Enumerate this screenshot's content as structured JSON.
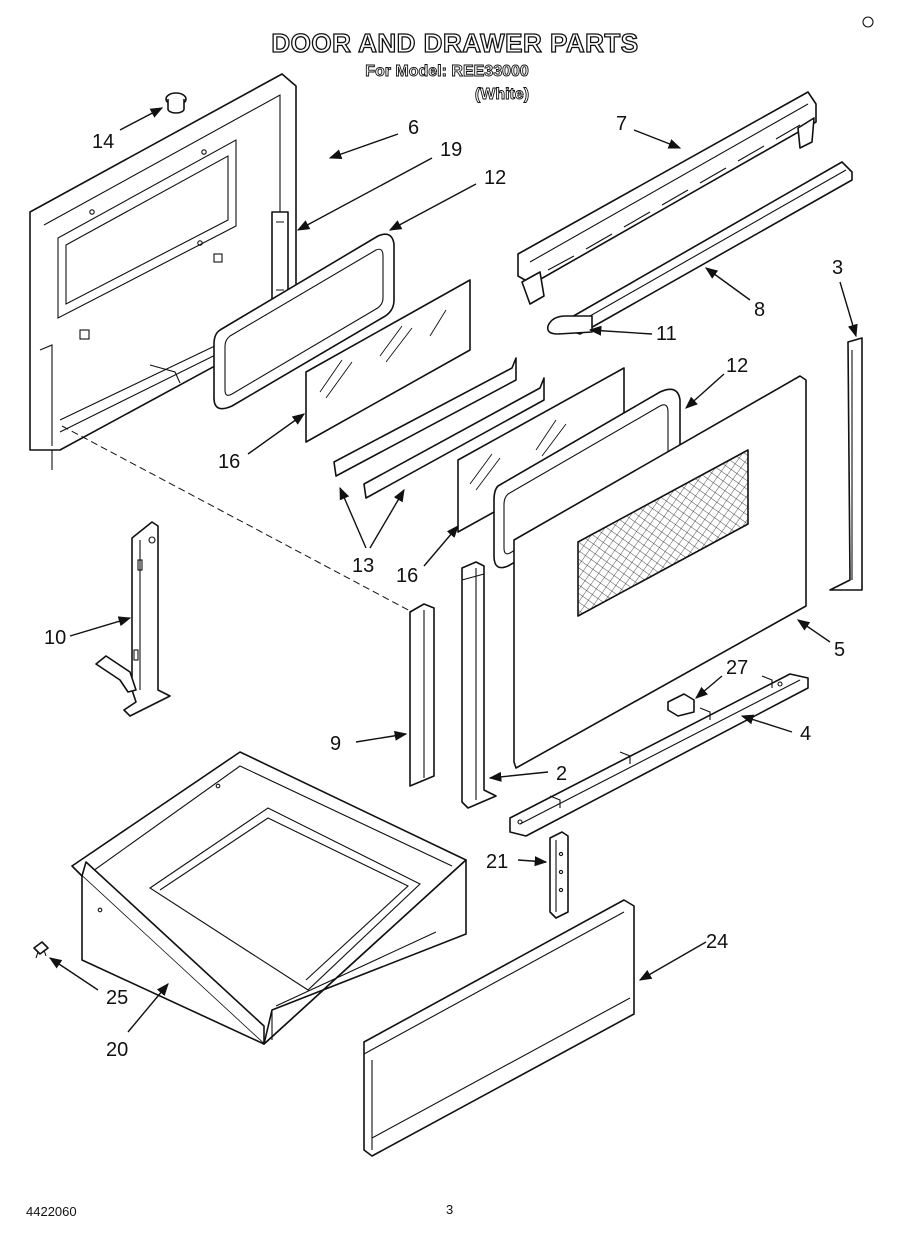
{
  "header": {
    "title": "DOOR AND DRAWER PARTS",
    "model_line": "For Model: REE33000",
    "color_note": "(White)"
  },
  "callouts": {
    "c14": "14",
    "c6": "6",
    "c19": "19",
    "c12a": "12",
    "c7": "7",
    "c3": "3",
    "c8": "8",
    "c11": "11",
    "c16a": "16",
    "c12b": "12",
    "c13": "13",
    "c16b": "16",
    "c10": "10",
    "c5": "5",
    "c27": "27",
    "c9": "9",
    "c4": "4",
    "c2": "2",
    "c21": "21",
    "c24": "24",
    "c25": "25",
    "c20": "20"
  },
  "footer": {
    "doc_number": "4422060",
    "page_number": "3"
  },
  "icons": {
    "corner_mark": "corner-mark-icon",
    "arrowhead": "arrow-head"
  }
}
